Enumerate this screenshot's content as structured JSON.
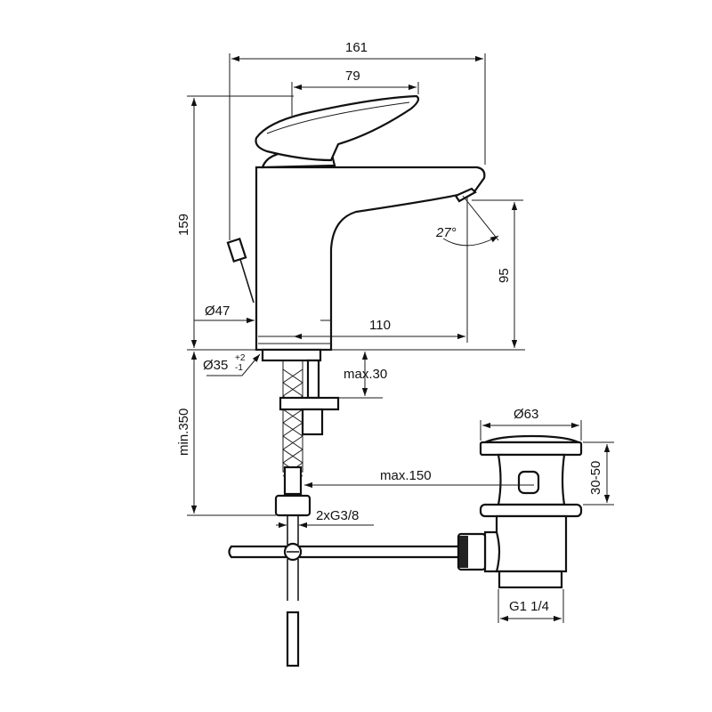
{
  "title": "Basin mixer dimension drawing",
  "dimensions": {
    "overall_width": "161",
    "lever_width": "79",
    "overall_height": "159",
    "spout_height": "95",
    "spout_angle": "27°",
    "base_diameter": "Ø47",
    "spout_reach": "110",
    "hole_diameter": "Ø35",
    "hole_tol_plus": "+2",
    "hole_tol_minus": "-1",
    "deck_thickness": "max.30",
    "hose_length": "min.350",
    "pull_rod": "max.150",
    "connection": "2xG3/8",
    "waste_diameter": "Ø63",
    "waste_range": "30-50",
    "waste_thread": "G1 1/4"
  },
  "colors": {
    "line": "#1a1a1a",
    "background": "#ffffff"
  }
}
